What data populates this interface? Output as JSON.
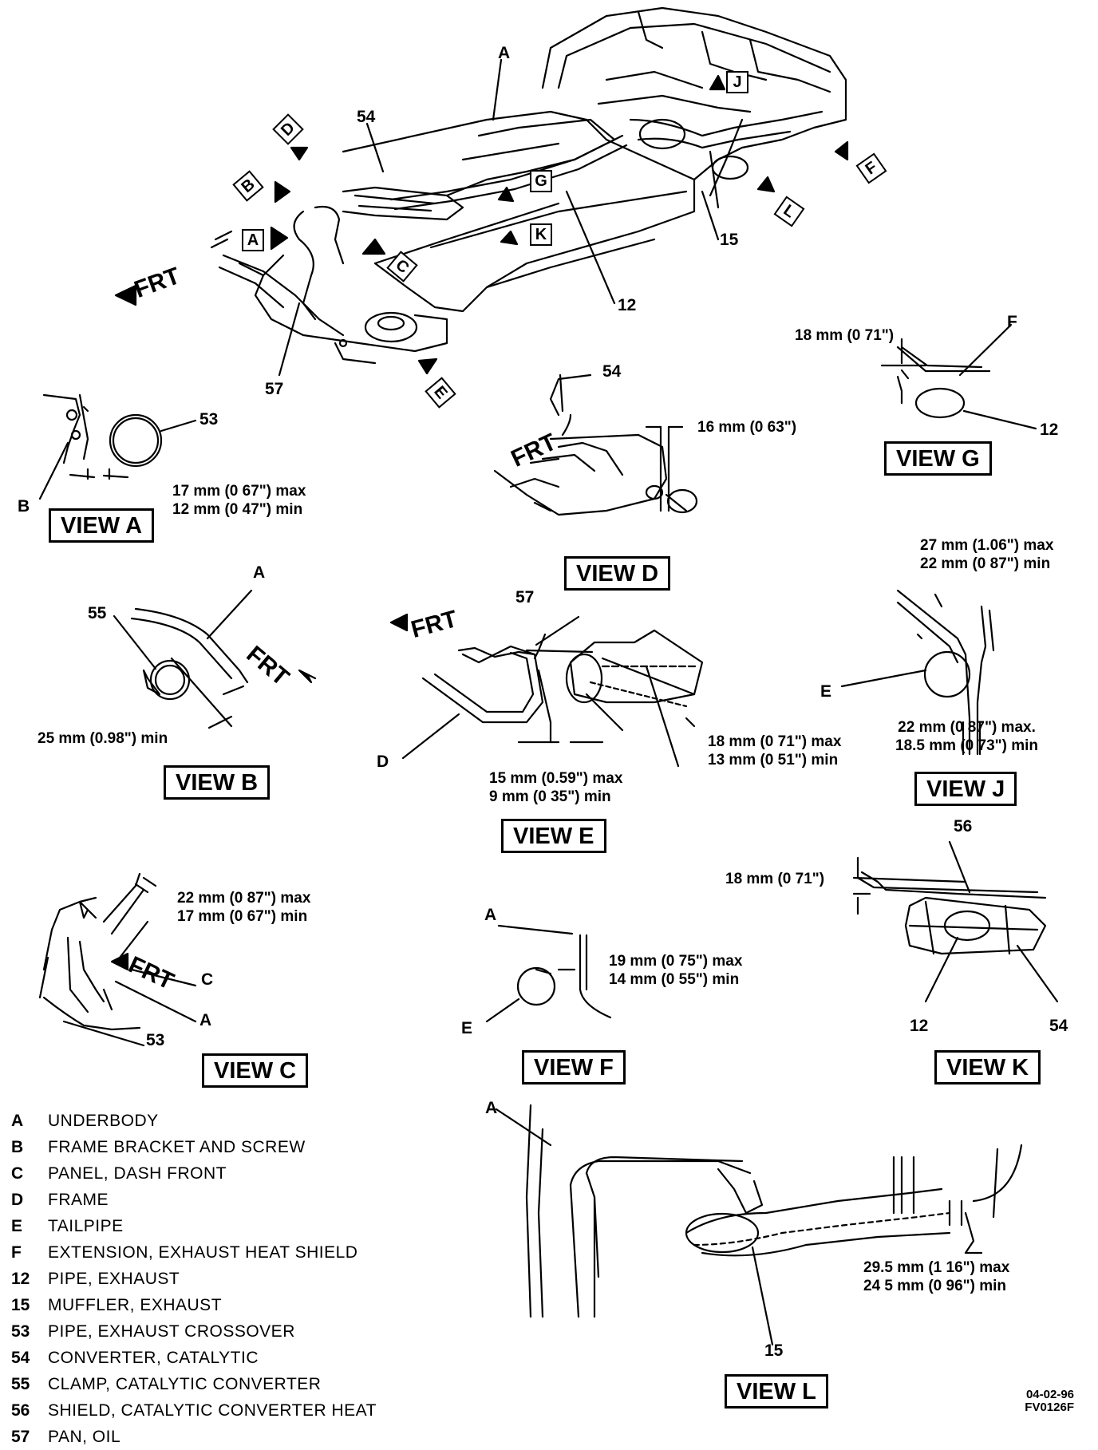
{
  "views": {
    "a": "VIEW A",
    "b": "VIEW B",
    "c": "VIEW C",
    "d": "VIEW D",
    "e": "VIEW E",
    "f": "VIEW F",
    "g": "VIEW G",
    "j": "VIEW J",
    "k": "VIEW K",
    "l": "VIEW L"
  },
  "frt": "FRT",
  "view_arrows": [
    "A",
    "B",
    "C",
    "D",
    "E",
    "F",
    "G",
    "J",
    "K",
    "L"
  ],
  "callouts": {
    "main_a": "A",
    "main_54": "54",
    "main_15": "15",
    "main_12": "12",
    "main_57": "57",
    "va_53": "53",
    "va_b": "B",
    "vd_54": "54",
    "vg_f": "F",
    "vg_12": "12",
    "vb_a": "A",
    "vb_55": "55",
    "ve_57": "57",
    "ve_d": "D",
    "vj_e": "E",
    "vc_c": "C",
    "vc_a": "A",
    "vc_53": "53",
    "vf_a": "A",
    "vf_e": "E",
    "vk_56": "56",
    "vk_12": "12",
    "vk_54": "54",
    "vl_a": "A",
    "vl_15": "15"
  },
  "dimensions": {
    "va_max": "17 mm (0 67\") max",
    "va_min": "12 mm (0 47\") min",
    "vd": "16 mm (0 63\")",
    "vg": "18 mm (0 71\")",
    "vb": "25 mm (0.98\") min",
    "vj_top_max": "27 mm (1.06\") max",
    "vj_top_min": "22 mm (0 87\") min",
    "vj_bot_max": "22 mm (0 87\") max.",
    "vj_bot_min": "18.5 mm (0 73\") min",
    "ve_right_max": "18 mm (0 71\") max",
    "ve_right_min": "13 mm (0 51\") min",
    "ve_left_max": "15 mm (0.59\") max",
    "ve_left_min": "9 mm (0 35\") min",
    "vc_max": "22 mm (0 87\") max",
    "vc_min": "17 mm (0 67\") min",
    "vk": "18 mm (0 71\")",
    "vf_max": "19 mm (0 75\") max",
    "vf_min": "14 mm (0 55\") min",
    "vl_max": "29.5 mm (1 16\") max",
    "vl_min": "24 5 mm (0 96\") min"
  },
  "legend": [
    {
      "key": "A",
      "text": "UNDERBODY"
    },
    {
      "key": "B",
      "text": "FRAME BRACKET AND SCREW"
    },
    {
      "key": "C",
      "text": "PANEL, DASH FRONT"
    },
    {
      "key": "D",
      "text": "FRAME"
    },
    {
      "key": "E",
      "text": "TAILPIPE"
    },
    {
      "key": "F",
      "text": "EXTENSION, EXHAUST HEAT SHIELD"
    },
    {
      "key": "12",
      "text": "PIPE, EXHAUST"
    },
    {
      "key": "15",
      "text": "MUFFLER, EXHAUST"
    },
    {
      "key": "53",
      "text": "PIPE, EXHAUST CROSSOVER"
    },
    {
      "key": "54",
      "text": "CONVERTER, CATALYTIC"
    },
    {
      "key": "55",
      "text": "CLAMP, CATALYTIC CONVERTER"
    },
    {
      "key": "56",
      "text": "SHIELD, CATALYTIC CONVERTER HEAT"
    },
    {
      "key": "57",
      "text": "PAN, OIL"
    }
  ],
  "figure_code": {
    "line1": "04-02-96",
    "line2": "FV0126F"
  }
}
